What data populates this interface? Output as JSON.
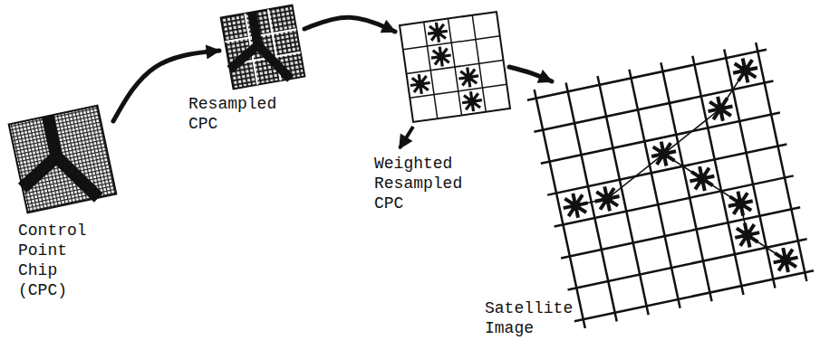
{
  "diagram": {
    "nodes": [
      {
        "text": [
          "Control Point Chip (CPC)"
        ]
      },
      {
        "text": [
          "Resampled CPC"
        ]
      },
      {
        "text": [
          "Weighted Resampled CPC"
        ]
      },
      {
        "text": [
          "Satellite Image"
        ]
      }
    ],
    "edges": [
      {
        "from": 0,
        "to": 1,
        "arrow": "to"
      },
      {
        "from": 1,
        "to": 2,
        "arrow": "to"
      },
      {
        "from": 2,
        "to": 3,
        "arrow": "to"
      }
    ]
  }
}
